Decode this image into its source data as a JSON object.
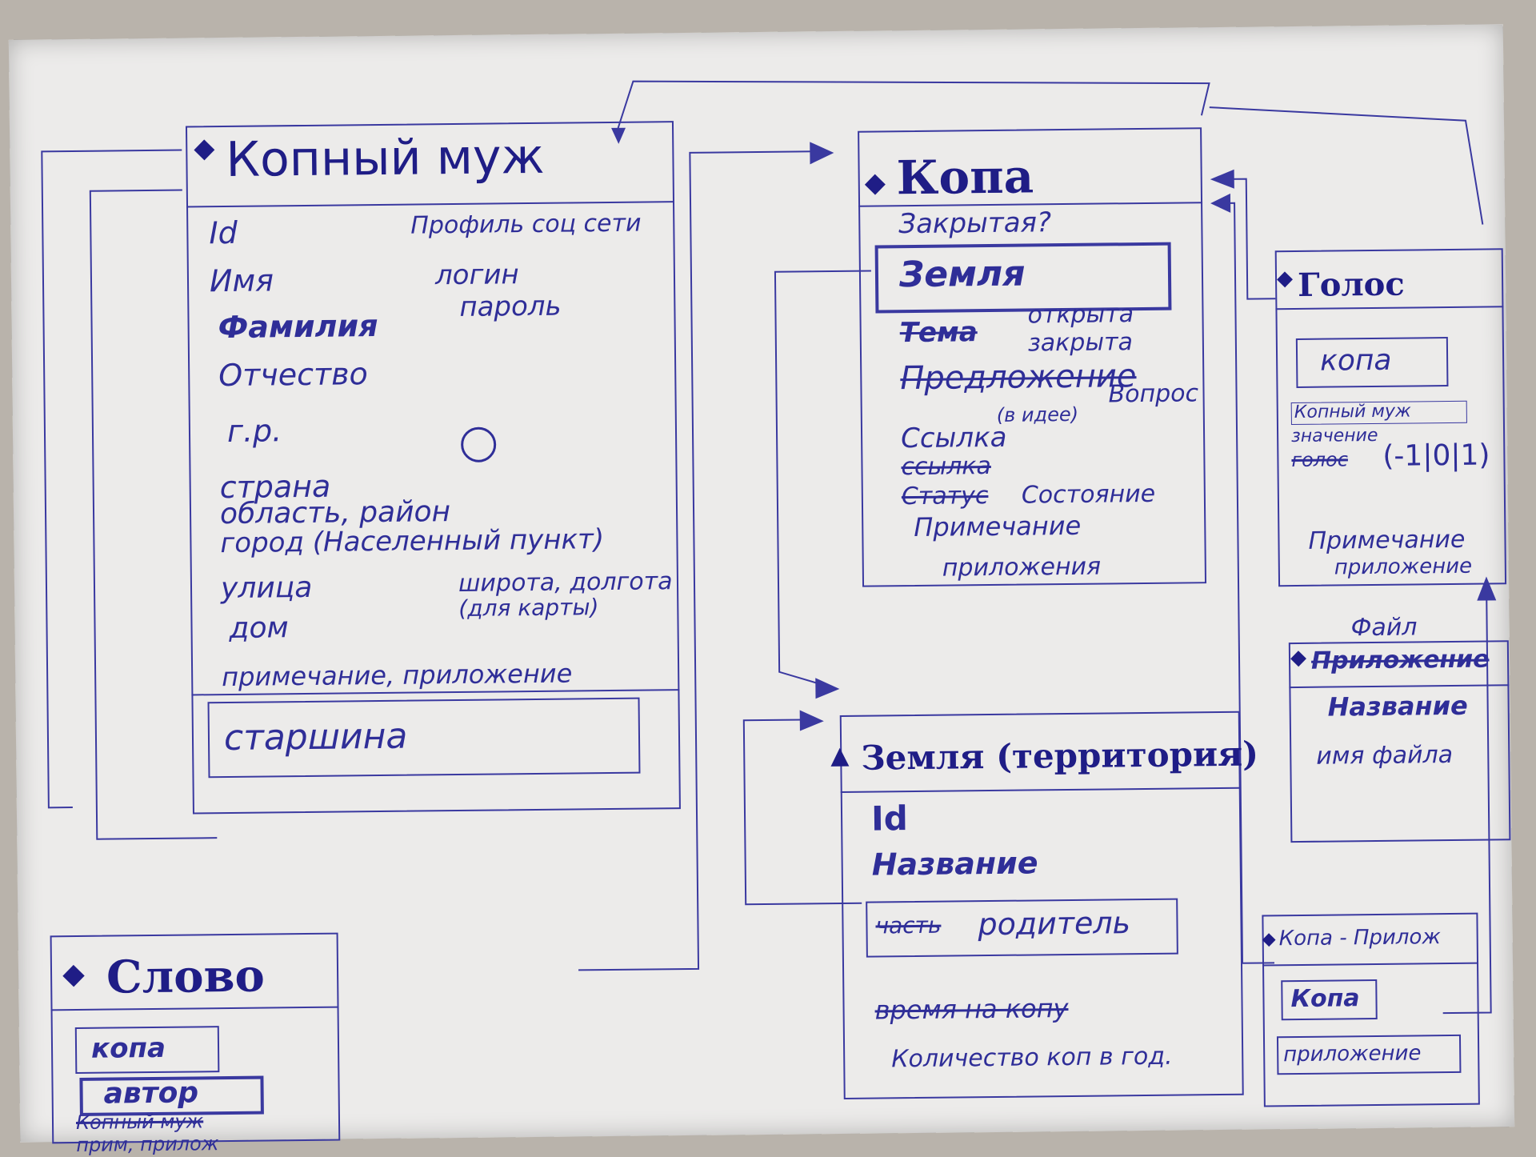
{
  "kopny_muzh": {
    "title": "Копный муж",
    "fields_left": [
      "Id",
      "Имя",
      "Фамилия",
      "Отчество",
      "г.р.",
      "страна",
      "область, район",
      "город (Населенный пункт)",
      "улица",
      "дом"
    ],
    "fields_right": [
      "Профиль соц сети",
      "логин",
      "пароль",
      "широта, долгота",
      "(для карты)"
    ],
    "note": "примечание, приложение",
    "sub": "старшина"
  },
  "kopa": {
    "title": "Копа",
    "closed_q": "Закрытая?",
    "zemlya": "Земля",
    "tema": "Тема",
    "status": [
      "открыта",
      "закрыта"
    ],
    "predlozhenie": "Предложение",
    "v_idee": "(в идее)",
    "vopros": "Вопрос",
    "ssylka": "Ссылка",
    "struck1": "ссылка",
    "struck2": "Статус",
    "sostoyanie": "Состояние",
    "primechanie": "Примечание",
    "prilozheniya": "приложения"
  },
  "golos": {
    "title": "Голос",
    "kopa": "копа",
    "kopny_muzh": "Копный муж",
    "znachenie": "значение",
    "golos": "голос",
    "values": "(-1|0|1)",
    "primechanie": "Примечание",
    "prilozhenie": "приложение"
  },
  "fail": {
    "title_struck": "Приложение",
    "title": "Файл",
    "nazvanie": "Название",
    "imya_faila": "имя файла"
  },
  "zemlya": {
    "title": "Земля (территория)",
    "id": "Id",
    "nazvanie": "Название",
    "struck": "часть",
    "roditel": "родитель",
    "vremya": "время на копу",
    "kolichestvo": "Количество коп в год."
  },
  "kopa_prilozh": {
    "title": "Копа - Прилож",
    "kopa": "Копа",
    "prilozhenie": "приложение"
  },
  "slovo": {
    "title": "Слово",
    "kopa": "копа",
    "avtor": "автор",
    "struck": "Копный муж",
    "prim": "прим, прилож"
  }
}
